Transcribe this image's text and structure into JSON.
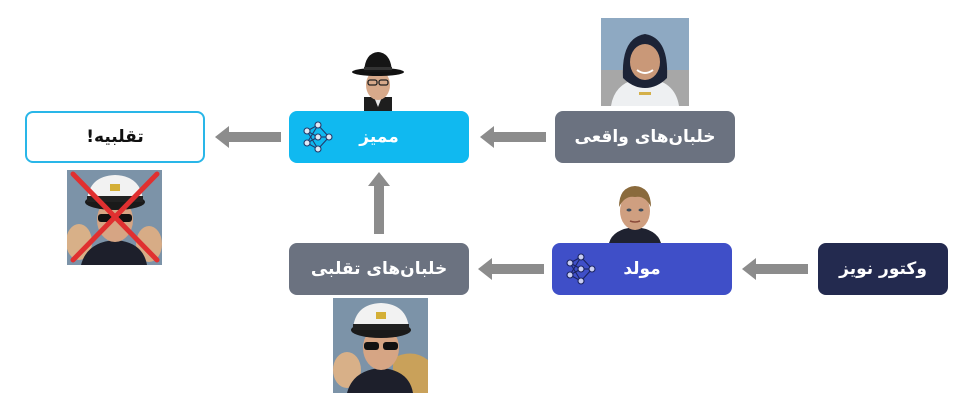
{
  "boxes": {
    "fake_result": "تقلبیه!",
    "discriminator": "ممیز",
    "real_pilots": "خلبان‌های واقعی",
    "fake_pilots": "خلبان‌های تقلبی",
    "generator": "مولد",
    "noise": "وکتور نویز"
  },
  "colors": {
    "discriminator": "#10b9f0",
    "generator": "#3f4fc8",
    "pilots": "#6b7280",
    "noise": "#232a4f",
    "result_border": "#29b6e8",
    "arrow": "#8c8c8c",
    "reject_mark": "#e03030"
  },
  "icons": [
    "neural-network-icon"
  ]
}
